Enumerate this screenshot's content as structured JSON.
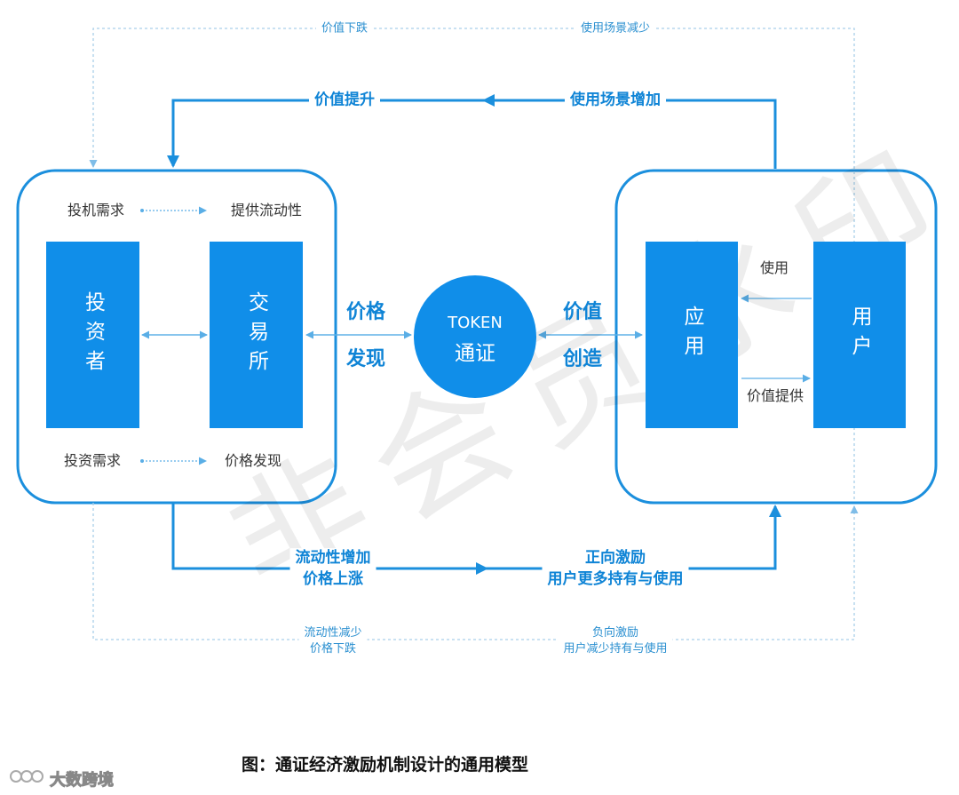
{
  "top_dashed": {
    "left_label": "价值下跌",
    "right_label": "使用场景减少"
  },
  "top_solid": {
    "left_label": "价值提升",
    "right_label": "使用场景增加"
  },
  "left_box": {
    "top_left_label": "投机需求",
    "top_right_label": "提供流动性",
    "bottom_left_label": "投资需求",
    "bottom_right_label": "价格发现",
    "investor_bar": "投资者",
    "exchange_bar": "交易所"
  },
  "center": {
    "left_label_line1": "价格",
    "left_label_line2": "发现",
    "token_line1": "TOKEN",
    "token_line2": "通证",
    "right_label_line1": "价值",
    "right_label_line2": "创造"
  },
  "right_box": {
    "application_bar": "应用",
    "user_bar": "用户",
    "use_label": "使用",
    "value_provide_label": "价值提供"
  },
  "bottom_solid": {
    "left_line1": "流动性增加",
    "left_line2": "价格上涨",
    "right_line1": "正向激励",
    "right_line2": "用户更多持有与使用"
  },
  "bottom_dashed": {
    "left_line1": "流动性减少",
    "left_line2": "价格下跌",
    "right_line1": "负向激励",
    "right_line2": "用户减少持有与使用"
  },
  "caption": "图：通证经济激励机制设计的通用模型",
  "watermark": "非会员水印",
  "logo_text": "大数跨境",
  "colors": {
    "primary": "#108ee9",
    "line": "#1b8fdd",
    "dashed": "#a9cfe9"
  }
}
